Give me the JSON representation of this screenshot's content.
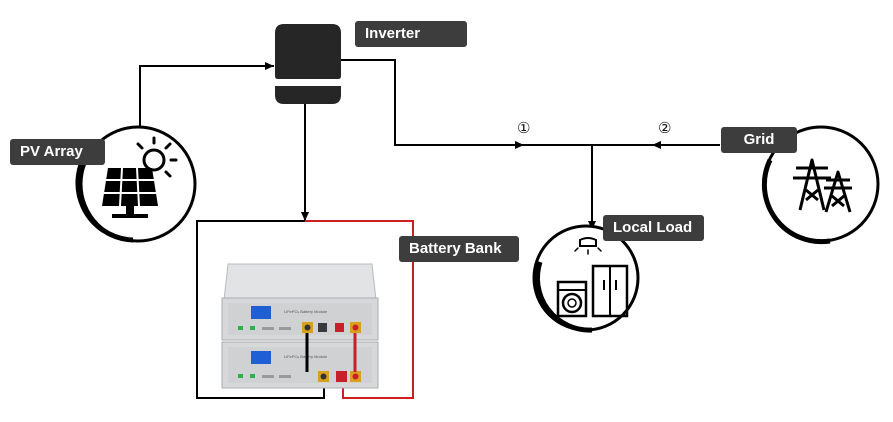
{
  "labels": {
    "inverter": "Inverter",
    "pv_array": "PV Array",
    "grid": "Grid",
    "local_load": "Local Load",
    "battery_bank": "Battery Bank"
  },
  "markers": {
    "one": "①",
    "two": "②"
  },
  "battery_module_label": "LiFePO₄ Battery Module",
  "colors": {
    "label_bg": "#3d3d3d",
    "label_text": "#ffffff",
    "wire": "#000000",
    "positive_wire": "#cc1f1f",
    "battery_body": "#d9dbdd",
    "display": "#1f5fd6",
    "terminal_neg": "#d9a11a",
    "terminal_pos": "#c8202a"
  },
  "icons": {
    "inverter": "inverter-icon",
    "pv": "solar-panel-sun-icon",
    "grid": "transmission-tower-icon",
    "load": "washer-fridge-lamp-icon",
    "battery": "battery-rack-icon"
  }
}
